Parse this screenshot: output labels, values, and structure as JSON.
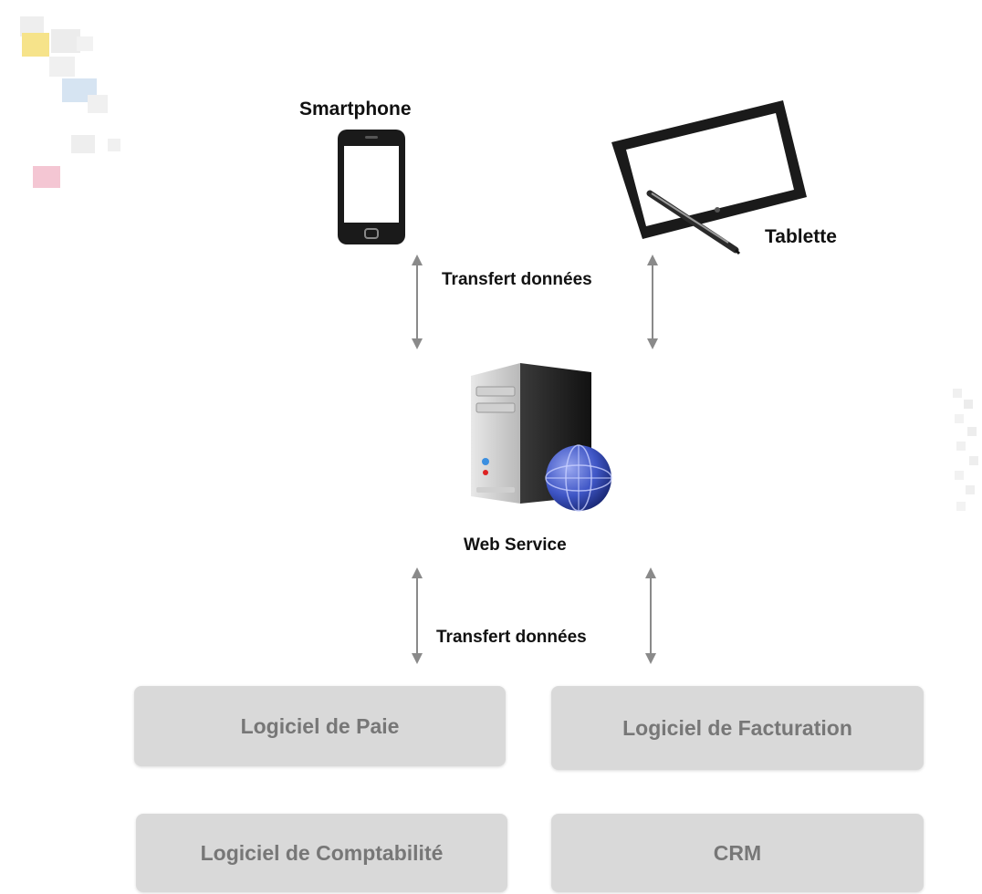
{
  "devices": {
    "smartphone_label": "Smartphone",
    "tablet_label": "Tablette"
  },
  "links": {
    "top_label": "Transfert données",
    "bottom_label": "Transfert données"
  },
  "server": {
    "label": "Web Service"
  },
  "modules": [
    {
      "label": "Logiciel de Paie"
    },
    {
      "label": "Logiciel de Facturation"
    },
    {
      "label": "Logiciel de Comptabilité"
    },
    {
      "label": "CRM"
    }
  ],
  "colors": {
    "module_bg": "#d9d9d9",
    "module_text": "#777777",
    "arrow": "#8a8a8a",
    "globe": "#3f56c6"
  }
}
